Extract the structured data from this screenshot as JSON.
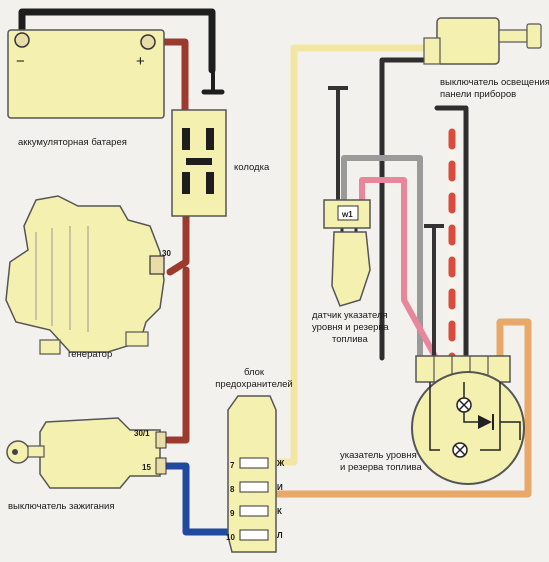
{
  "colors": {
    "background": "#f3f1ee",
    "component_fill": "#f4f0b0",
    "wire_black": "#1e1e1e",
    "wire_brown": "#9c3a2e",
    "wire_orange": "#e7a86a",
    "wire_yellow": "#f3e6a2",
    "wire_pink": "#e8879b",
    "wire_gray": "#9a9a9a",
    "wire_blue": "#1f4aa0",
    "wire_red_white": "#d94c3c"
  },
  "components": {
    "battery": {
      "label": "аккумуляторная батарея",
      "minus": "−",
      "plus": "+"
    },
    "connector_block": {
      "label": "колодка"
    },
    "generator": {
      "label": "генератор",
      "terminal": "30"
    },
    "ignition_switch": {
      "label": "выключатель зажигания",
      "terminal_a": "30/1",
      "terminal_b": "15"
    },
    "fuse_block": {
      "label_line1": "блок",
      "label_line2": "предохранителей",
      "fuse_numbers": [
        "7",
        "8",
        "9",
        "10"
      ],
      "fuse_letters": [
        "Ж",
        "И",
        "К",
        "Л"
      ]
    },
    "dash_light_switch": {
      "label_line1": "выключатель освещения",
      "label_line2": "панели приборов"
    },
    "fuel_sensor": {
      "label_line1": "датчик указателя",
      "label_line2": "уровня и резерва",
      "label_line3": "топлива",
      "terminal": "w1"
    },
    "fuel_gauge": {
      "label_line1": "указатель уровня",
      "label_line2": "и резерва топлива"
    }
  }
}
